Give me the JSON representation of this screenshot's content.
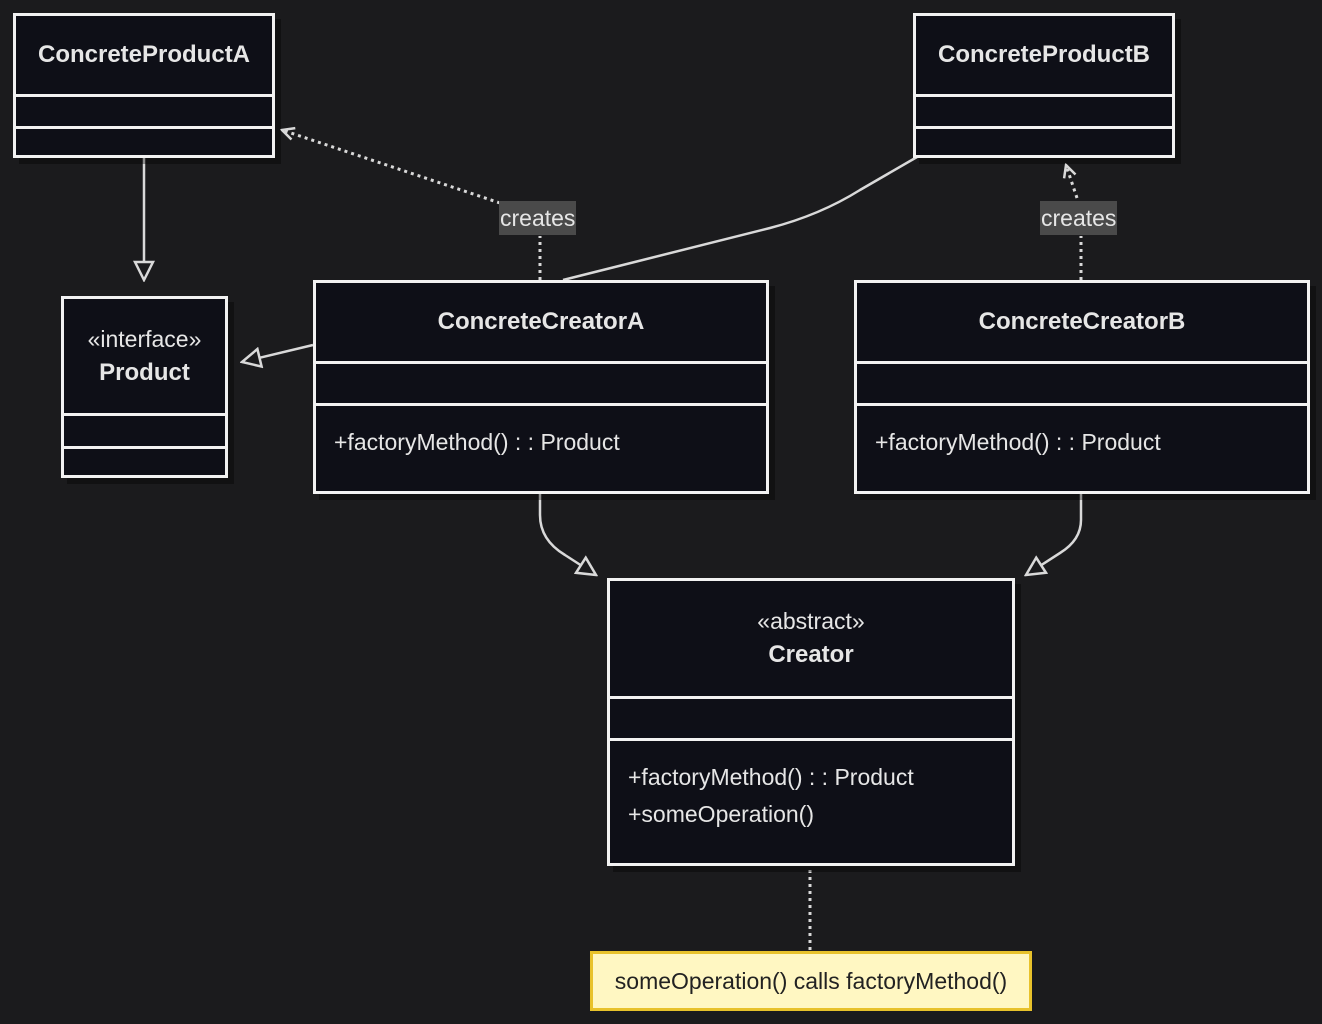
{
  "classes": {
    "concrete_product_a": {
      "name": "ConcreteProductA"
    },
    "concrete_product_b": {
      "name": "ConcreteProductB"
    },
    "product": {
      "stereotype": "«interface»",
      "name": "Product"
    },
    "concrete_creator_a": {
      "name": "ConcreteCreatorA",
      "methods": [
        "+factoryMethod() : : Product"
      ]
    },
    "concrete_creator_b": {
      "name": "ConcreteCreatorB",
      "methods": [
        "+factoryMethod() : : Product"
      ]
    },
    "creator": {
      "stereotype": "«abstract»",
      "name": "Creator",
      "methods": [
        "+factoryMethod() : : Product",
        "+someOperation()"
      ]
    }
  },
  "edge_labels": {
    "creates_a": "creates",
    "creates_b": "creates"
  },
  "note": {
    "text": "someOperation() calls factoryMethod()"
  },
  "colors": {
    "background": "#1b1b1d",
    "box_fill": "#0e0f17",
    "stroke": "#f2f2f2",
    "edge": "#d9d9d9",
    "note_fill": "#fff7c2",
    "note_border": "#e8c22b"
  }
}
